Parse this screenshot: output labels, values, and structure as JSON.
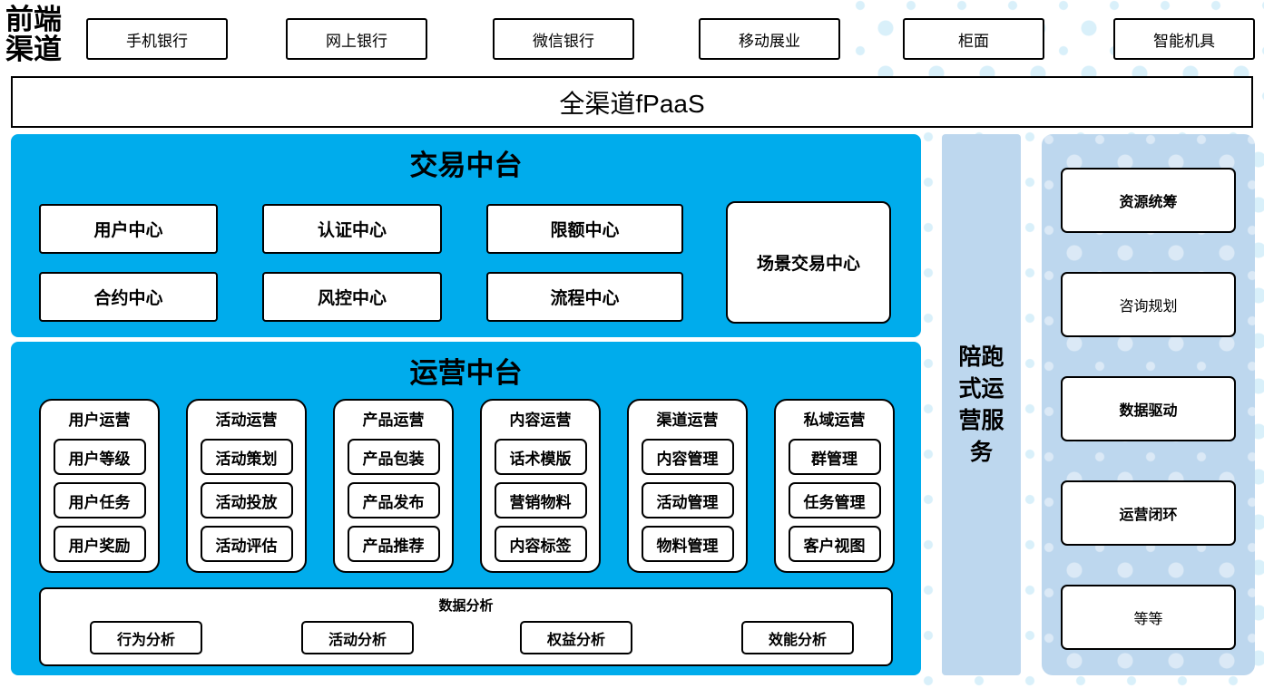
{
  "colors": {
    "primary_blue": "#00ACEC",
    "light_blue": "#BDD7EE",
    "dot_blue": "#D9F0FA"
  },
  "front_channels": {
    "label": "前端渠道",
    "items": [
      "手机银行",
      "网上银行",
      "微信银行",
      "移动展业",
      "柜面",
      "智能机具"
    ]
  },
  "fpaas": {
    "label": "全渠道fPaaS"
  },
  "trade_platform": {
    "title": "交易中台",
    "centers": [
      "用户中心",
      "认证中心",
      "限额中心",
      "合约中心",
      "风控中心",
      "流程中心"
    ],
    "scene_center": "场景交易中心"
  },
  "ops_platform": {
    "title": "运营中台",
    "groups": [
      {
        "title": "用户运营",
        "items": [
          "用户等级",
          "用户任务",
          "用户奖励"
        ]
      },
      {
        "title": "活动运营",
        "items": [
          "活动策划",
          "活动投放",
          "活动评估"
        ]
      },
      {
        "title": "产品运营",
        "items": [
          "产品包装",
          "产品发布",
          "产品推荐"
        ]
      },
      {
        "title": "内容运营",
        "items": [
          "话术模版",
          "营销物料",
          "内容标签"
        ]
      },
      {
        "title": "渠道运营",
        "items": [
          "内容管理",
          "活动管理",
          "物料管理"
        ]
      },
      {
        "title": "私域运营",
        "items": [
          "群管理",
          "任务管理",
          "客户视图"
        ]
      }
    ],
    "data_analysis": {
      "title": "数据分析",
      "items": [
        "行为分析",
        "活动分析",
        "权益分析",
        "效能分析"
      ]
    }
  },
  "companion_bar": {
    "label": "陪跑式运营服务"
  },
  "companion_services": {
    "items": [
      {
        "label": "资源统筹",
        "bold": true
      },
      {
        "label": "咨询规划",
        "bold": false
      },
      {
        "label": "数据驱动",
        "bold": true
      },
      {
        "label": "运营闭环",
        "bold": true
      },
      {
        "label": "等等",
        "bold": false
      }
    ]
  }
}
